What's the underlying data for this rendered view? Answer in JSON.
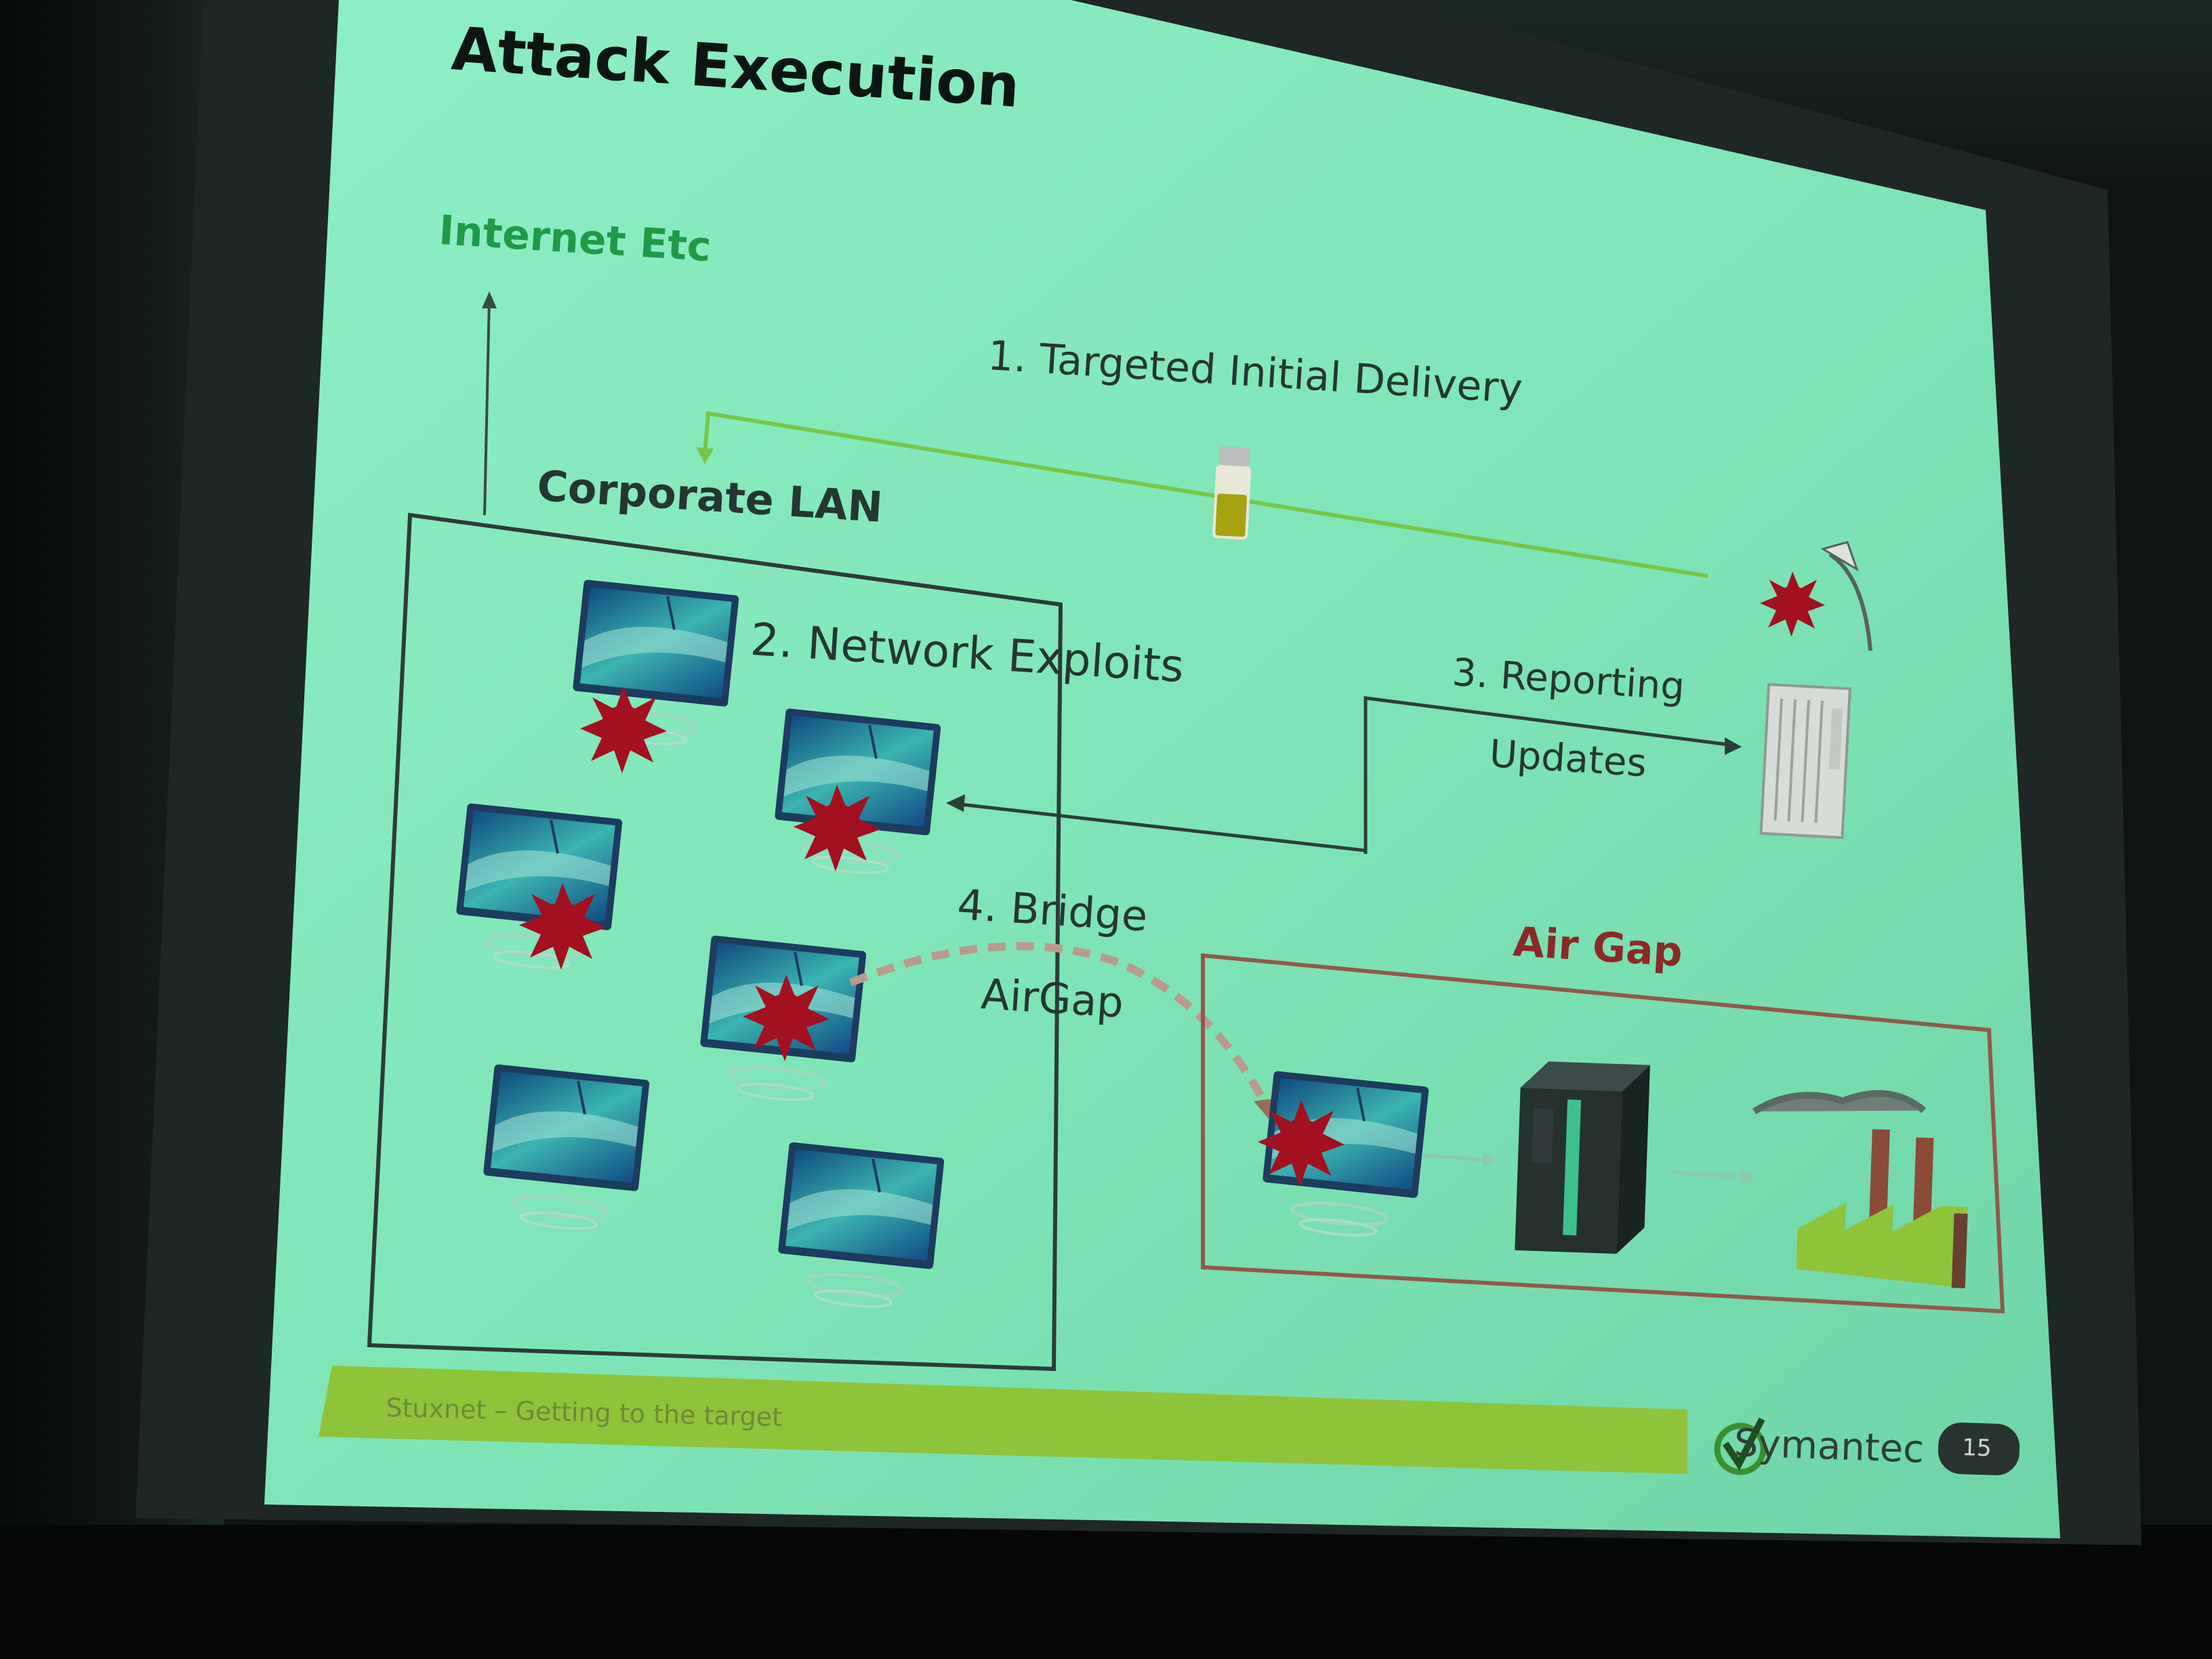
{
  "slide": {
    "title": "Attack Execution",
    "labels": {
      "internet": "Internet Etc",
      "delivery": "1. Targeted Initial Delivery",
      "corporate_lan": "Corporate LAN",
      "network_exploits": "2. Network Exploits",
      "reporting": "3. Reporting",
      "updates": "Updates",
      "bridge": "4. Bridge",
      "airgap_label": "AirGap",
      "air_gap_box": "Air Gap"
    },
    "footer": {
      "text": "Stuxnet – Getting to the target",
      "brand": "Symantec",
      "page_number": "15"
    }
  },
  "icons": {
    "computer": "computer-monitor-icon",
    "infection": "malware-burst-icon",
    "usb": "usb-drive-icon",
    "attacker": "attacker-icon",
    "server": "server-icon",
    "plc": "plc-controller-icon",
    "factory": "factory-icon",
    "check": "symantec-check-icon"
  },
  "colors": {
    "slide_bg": "#7fe3b6",
    "lan_border": "#2f3a38",
    "airgap_border": "#8f5a49",
    "infection_red": "#a3101f",
    "footer_bar": "#8fc33a",
    "internet_green": "#1f9a47"
  }
}
